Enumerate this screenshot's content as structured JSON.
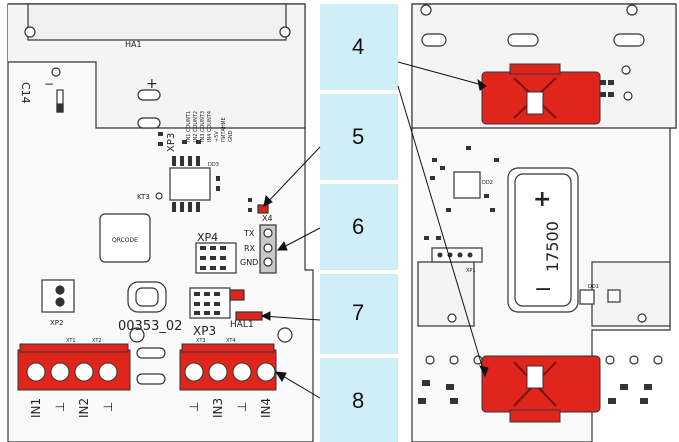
{
  "left_board": {
    "top_label": "HA1",
    "cap_label": "C14",
    "plus_sign": "+",
    "minus_sign": "−",
    "connector_label": "XP3",
    "connector_lines": [
      "IN1 COUNT1",
      "IN2 COUNT2",
      "IN3 COUNT3",
      "IN4 COUNT4",
      "+5V",
      "ПИТАНИЕ",
      "GND"
    ],
    "ic_label": "DD3",
    "kt_label": "KT3",
    "qr_label": "QRCODE",
    "xp4_label": "XP4",
    "x4_label": "X4",
    "pins": [
      "TX",
      "RX",
      "GND"
    ],
    "serial": "00353_02",
    "xp3_label": "XP3",
    "hal_label": "HAL1",
    "xp2_label": "XP2",
    "terminal_labels": [
      "IN1",
      "⊥",
      "IN2",
      "⊥",
      "IN3",
      "⊥",
      "IN4"
    ],
    "xt_labels": [
      "XT1",
      "XT2",
      "XT3",
      "XT4"
    ]
  },
  "right_board": {
    "battery_label": "17500",
    "battery_plus": "+",
    "battery_minus": "−",
    "dd_label": "DD1",
    "ic_label": "DD2",
    "xp_label": "XP1"
  },
  "callouts": [
    {
      "id": "4",
      "label": "4"
    },
    {
      "id": "5",
      "label": "5"
    },
    {
      "id": "6",
      "label": "6"
    },
    {
      "id": "7",
      "label": "7"
    },
    {
      "id": "8",
      "label": "8"
    }
  ],
  "colors": {
    "callout_bg": "#cfeef8",
    "terminal_red": "#e0261c",
    "board_line": "#333333"
  }
}
